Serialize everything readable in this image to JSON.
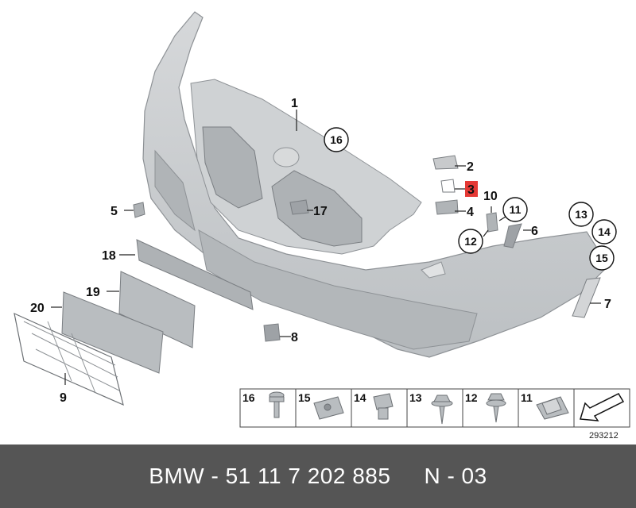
{
  "diagram": {
    "parts": [
      {
        "num": "1"
      },
      {
        "num": "2"
      },
      {
        "num": "3",
        "highlight": "#e53935"
      },
      {
        "num": "4"
      },
      {
        "num": "5"
      },
      {
        "num": "6"
      },
      {
        "num": "7"
      },
      {
        "num": "8"
      },
      {
        "num": "9"
      },
      {
        "num": "10"
      },
      {
        "num": "11"
      },
      {
        "num": "12"
      },
      {
        "num": "13"
      },
      {
        "num": "14"
      },
      {
        "num": "15"
      },
      {
        "num": "16"
      },
      {
        "num": "17"
      },
      {
        "num": "18"
      },
      {
        "num": "19"
      },
      {
        "num": "20"
      }
    ],
    "legend": [
      "16",
      "15",
      "14",
      "13",
      "12",
      "11"
    ],
    "image_code": "293212"
  },
  "footer": {
    "brand": "BMW - 51 11 7 202 885",
    "suffix": "N - 03"
  },
  "colors": {
    "part_fill": "#c8cacc",
    "part_dark": "#9ea2a6",
    "footer_bg": "#555555",
    "highlight": "#e53935"
  }
}
